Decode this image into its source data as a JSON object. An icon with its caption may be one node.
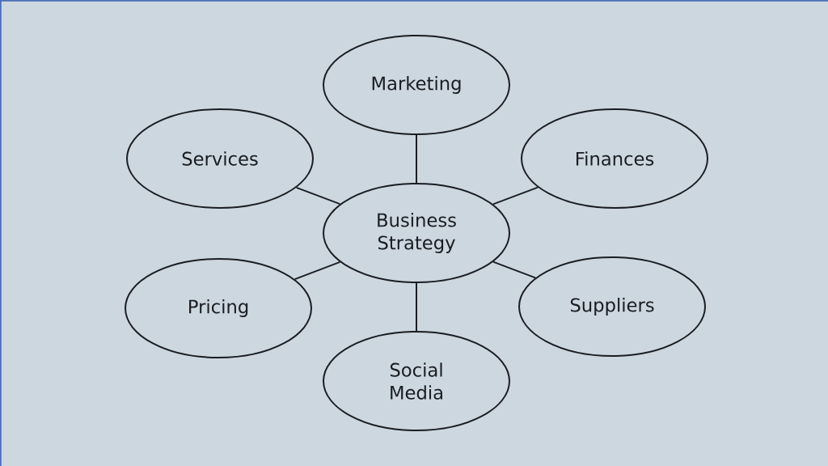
{
  "diagram": {
    "nodes": [
      {
        "text": [
          "Marketing"
        ]
      },
      {
        "text": [
          "Services"
        ]
      },
      {
        "text": [
          "Finances"
        ]
      },
      {
        "text": [
          "Business Strategy"
        ]
      },
      {
        "text": [
          "Pricing"
        ]
      },
      {
        "text": [
          "Suppliers"
        ]
      },
      {
        "text": [
          "Social Media"
        ]
      }
    ],
    "edges": [
      {
        "from": 3,
        "to": 0,
        "arrow": "none"
      },
      {
        "from": 3,
        "to": 1,
        "arrow": "none"
      },
      {
        "from": 3,
        "to": 2,
        "arrow": "none"
      },
      {
        "from": 3,
        "to": 4,
        "arrow": "none"
      },
      {
        "from": 3,
        "to": 5,
        "arrow": "none"
      },
      {
        "from": 3,
        "to": 6,
        "arrow": "none"
      }
    ]
  }
}
